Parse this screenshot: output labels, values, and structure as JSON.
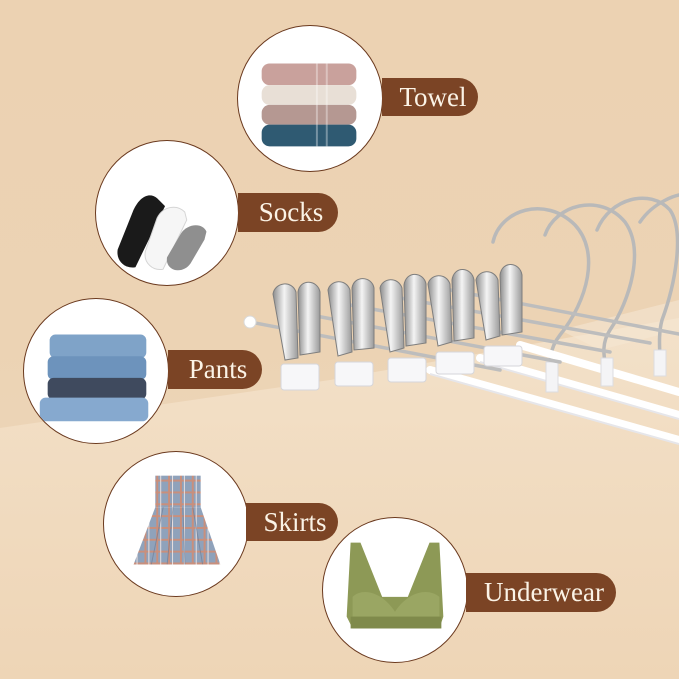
{
  "image": {
    "description": "Clip hangers product infographic showing suitable garment types",
    "background_color": "#ecd3b4",
    "label_color": "#7b4425",
    "label_text_color": "#fbf3e6"
  },
  "items": [
    {
      "label": "Towel",
      "icon": "towel-stack-icon"
    },
    {
      "label": "Socks",
      "icon": "socks-icon"
    },
    {
      "label": "Pants",
      "icon": "jeans-stack-icon"
    },
    {
      "label": "Skirts",
      "icon": "plaid-skirt-icon"
    },
    {
      "label": "Underwear",
      "icon": "bra-icon"
    }
  ],
  "product": {
    "name": "clip-hangers",
    "count_visible": 5
  }
}
